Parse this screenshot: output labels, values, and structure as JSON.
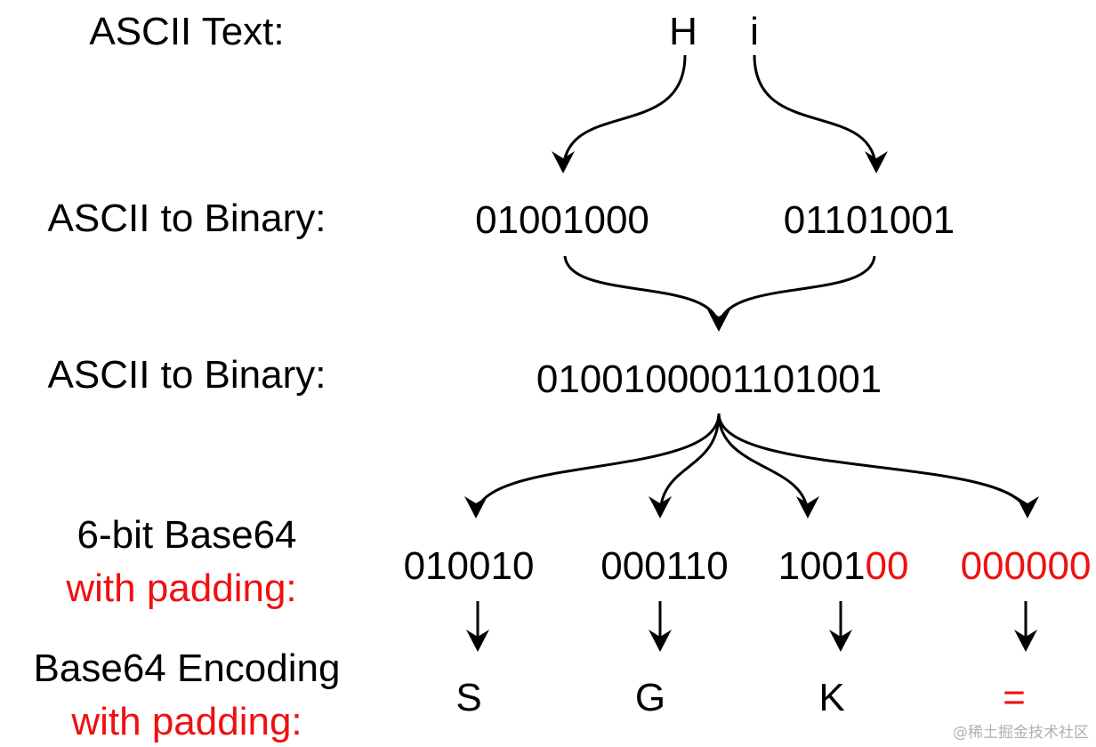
{
  "rows": {
    "ascii_text_label": "ASCII Text:",
    "ascii_to_binary_label_1": "ASCII to Binary:",
    "ascii_to_binary_label_2": "ASCII to Binary:",
    "six_bit_label_line1": "6-bit Base64",
    "six_bit_label_line2": "with padding:",
    "encoding_label_line1": "Base64 Encoding",
    "encoding_label_line2": "with padding:"
  },
  "characters": [
    "H",
    "i"
  ],
  "binary_bytes": [
    "01001000",
    "01101001"
  ],
  "combined_binary": "0100100001101001",
  "six_bit_groups": [
    {
      "bits": "010010",
      "padding": ""
    },
    {
      "bits": "000110",
      "padding": ""
    },
    {
      "bits": "1001",
      "padding": "00"
    },
    {
      "bits": "",
      "padding": "000000"
    }
  ],
  "encoded_chars": [
    {
      "char": "S",
      "is_padding": false
    },
    {
      "char": "G",
      "is_padding": false
    },
    {
      "char": "K",
      "is_padding": false
    },
    {
      "char": "=",
      "is_padding": true
    }
  ],
  "watermark": "@稀土掘金技术社区",
  "colors": {
    "text": "#000000",
    "padding": "#ee1111",
    "arrow": "#000000"
  }
}
